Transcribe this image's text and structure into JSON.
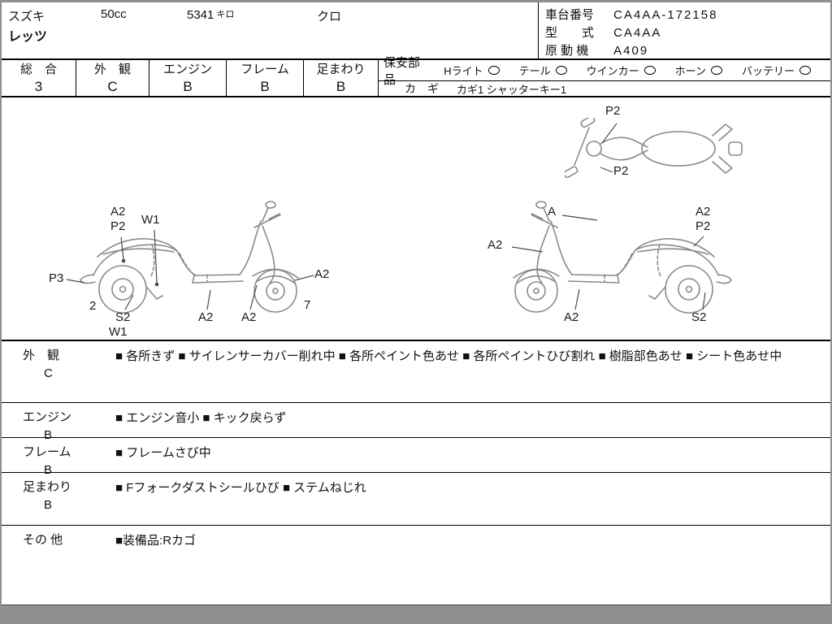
{
  "header": {
    "maker": "スズキ",
    "cc": "50cc",
    "mileage": "5341",
    "mileage_unit": "キロ",
    "color": "クロ",
    "model_name": "レッツ",
    "info": [
      {
        "label": "車台番号",
        "value": "CA4AA-172158"
      },
      {
        "label": "型　　式",
        "value": "CA4AA"
      },
      {
        "label": "原 動 機",
        "value": "A409"
      }
    ]
  },
  "grades": [
    {
      "label": "総　合",
      "value": "3"
    },
    {
      "label": "外　観",
      "value": "C"
    },
    {
      "label": "エンジン",
      "value": "B"
    },
    {
      "label": "フレーム",
      "value": "B"
    },
    {
      "label": "足まわり",
      "value": "B"
    }
  ],
  "safety": {
    "label": "保安部品",
    "items": [
      "Hライト",
      "テール",
      "ウインカー",
      "ホーン",
      "バッテリー"
    ],
    "key_label": "カ　ギ",
    "key_value": "カギ1 シャッターキー1"
  },
  "diagram": {
    "labels": [
      {
        "text": "P2"
      },
      {
        "text": "P2"
      },
      {
        "text": "A2"
      },
      {
        "text": "P2"
      },
      {
        "text": "W1"
      },
      {
        "text": "P3"
      },
      {
        "text": "2"
      },
      {
        "text": "S2"
      },
      {
        "text": "W1"
      },
      {
        "text": "A2"
      },
      {
        "text": "A2"
      },
      {
        "text": "A2"
      },
      {
        "text": "7"
      },
      {
        "text": "A"
      },
      {
        "text": "A2"
      },
      {
        "text": "P2"
      },
      {
        "text": "A2"
      },
      {
        "text": "A2"
      },
      {
        "text": "S2"
      }
    ]
  },
  "conditions": [
    {
      "label": "外　観",
      "grade": "C",
      "notes": "■ 各所きず ■ サイレンサーカバー削れ中 ■ 各所ペイント色あせ ■ 各所ペイントひび割れ ■ 樹脂部色あせ ■ シート色あせ中"
    },
    {
      "label": "エンジン",
      "grade": "B",
      "notes": "■ エンジン音小 ■ キック戻らず"
    },
    {
      "label": "フレーム",
      "grade": "B",
      "notes": "■ フレームさび中"
    },
    {
      "label": "足まわり",
      "grade": "B",
      "notes": "■ Fフォークダストシールひび ■ ステムねじれ"
    },
    {
      "label": "その 他",
      "grade": "",
      "notes": "■装備品:Rカゴ"
    }
  ]
}
